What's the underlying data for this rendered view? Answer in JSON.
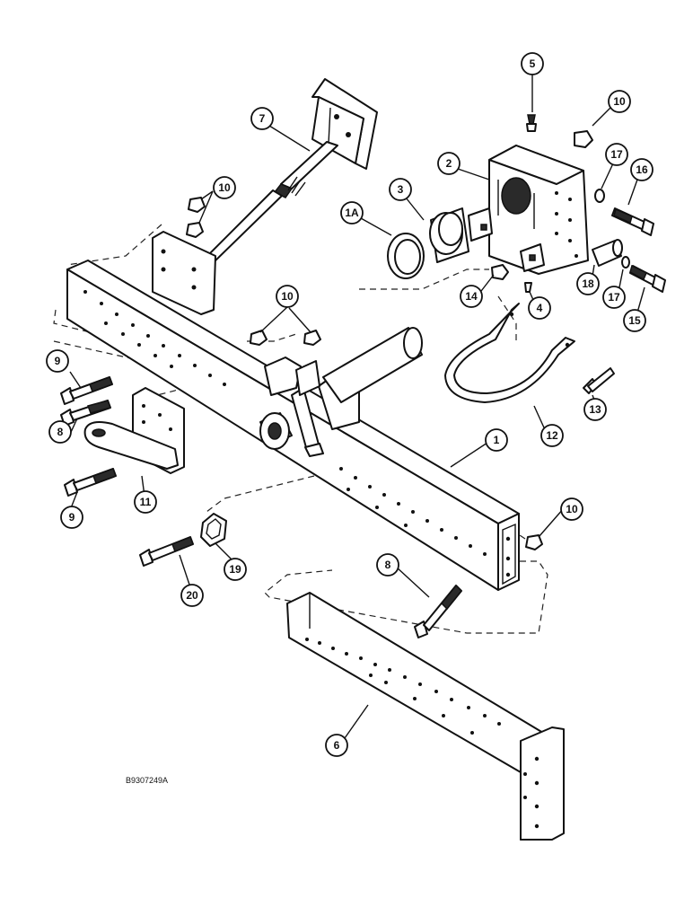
{
  "figure_code": "B9307249A",
  "colors": {
    "ink": "#111111",
    "paper": "#ffffff"
  },
  "callouts": {
    "c5": "5",
    "c10_top": "10",
    "c7": "7",
    "c2": "2",
    "c3": "3",
    "c17_top": "17",
    "c16": "16",
    "c10_left": "10",
    "c1A": "1A",
    "c14": "14",
    "c18": "18",
    "c17_mid": "17",
    "c15": "15",
    "c4": "4",
    "c10_mid": "10",
    "c9_top": "9",
    "c8_left": "8",
    "c13": "13",
    "c12": "12",
    "c1": "1",
    "c11": "11",
    "c9_bottom": "9",
    "c10_right": "10",
    "c8_right": "8",
    "c20": "20",
    "c19": "19",
    "c6": "6"
  }
}
